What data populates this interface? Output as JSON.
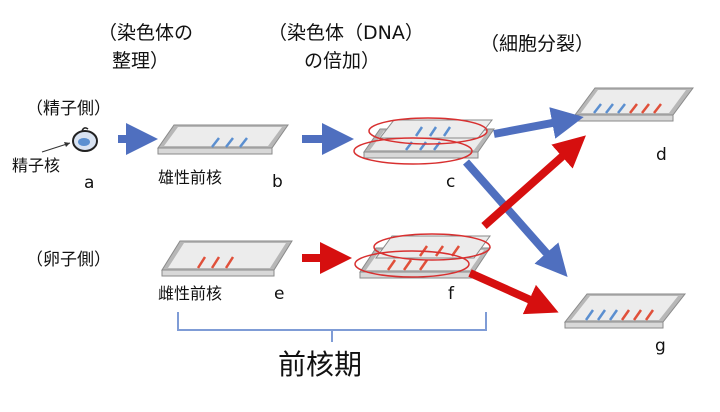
{
  "headers": {
    "organize_line1": "（染色体の",
    "organize_line2": "整理）",
    "double_line1": "（染色体（DNA）",
    "double_line2": "の倍加）",
    "division": "（細胞分裂）"
  },
  "labels": {
    "sperm_side": "（精子側）",
    "sperm_nucleus": "精子核",
    "egg_side": "（卵子側）",
    "male_pronucleus": "雄性前核",
    "female_pronucleus": "雌性前核",
    "pronuclear_phase": "前核期"
  },
  "letters": {
    "a": "a",
    "b": "b",
    "c": "c",
    "d": "d",
    "e": "e",
    "f": "f",
    "g": "g"
  },
  "colors": {
    "blue_arrow": "#4f6fbf",
    "red_arrow": "#d60f0f",
    "chrom_blue": "#5b8fd0",
    "chrom_red": "#e0503a",
    "outline_red": "#d83030",
    "bracket": "#7f9cd6",
    "plate_fill": "#e9e9e9",
    "plate_edge": "#8a8a8a"
  }
}
